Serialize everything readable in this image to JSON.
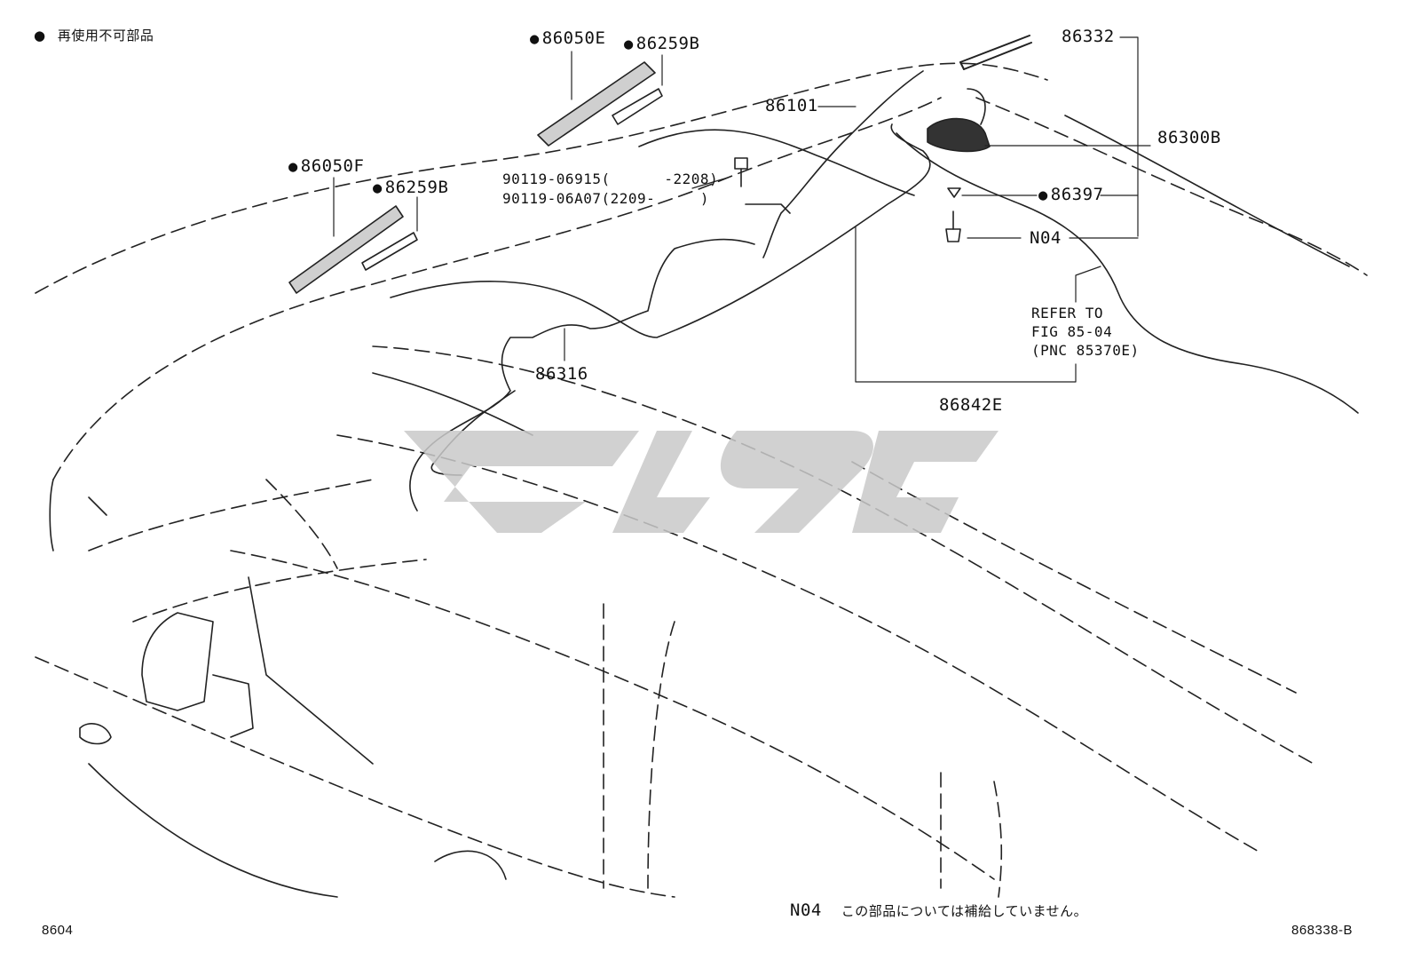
{
  "legend": {
    "marker": "●",
    "text": "再使用不可部品"
  },
  "callouts": {
    "p86050E": "86050E",
    "p86259B_top": "86259B",
    "p86050F": "86050F",
    "p86259B_left": "86259B",
    "p86332": "86332",
    "p86101": "86101",
    "p86300B": "86300B",
    "p86397": "86397",
    "n04": "N04",
    "p86316": "86316",
    "p86842E": "86842E",
    "bolt_a_pn": "90119-06915",
    "bolt_a_range": "(      -2208)",
    "bolt_b_pn": "90119-06A07",
    "bolt_b_range": "(2209-     )"
  },
  "refer": {
    "line1": "REFER TO",
    "line2": "FIG 85-04",
    "line3": "(PNC 85370E)"
  },
  "footnote": {
    "code": "N04",
    "text": "この部品については補給していません。"
  },
  "footer": {
    "page_code": "8604",
    "drawing_code": "868338-B"
  },
  "watermark": {
    "color": "#c9c9c9"
  }
}
